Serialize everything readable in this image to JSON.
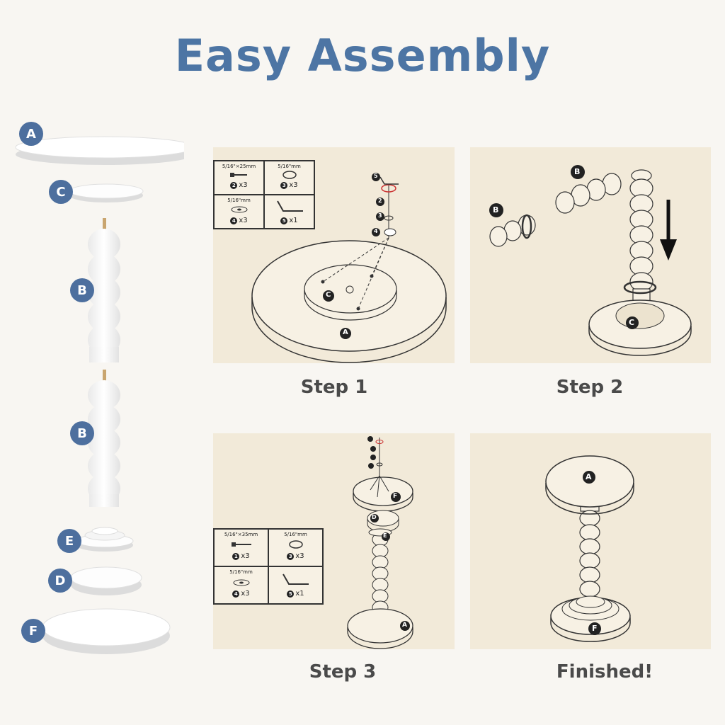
{
  "title": "Easy Assembly",
  "parts": {
    "a": "A",
    "b": "B",
    "c": "C",
    "d": "D",
    "e": "E",
    "f": "F"
  },
  "steps": [
    {
      "label": "Step 1"
    },
    {
      "label": "Step 2"
    },
    {
      "label": "Step 3"
    },
    {
      "label": "Finished!"
    }
  ],
  "hardware1": {
    "screw": "5/16\"×25mm",
    "screw_num": "2",
    "screw_qty": "x3",
    "spring": "5/16\"mm",
    "spring_num": "3",
    "spring_qty": "x3",
    "washer": "5/16\"mm",
    "washer_num": "4",
    "washer_qty": "x3",
    "key_num": "5",
    "key_qty": "x1"
  },
  "hardware3": {
    "screw": "5/16\"×35mm",
    "screw_num": "1",
    "screw_qty": "x3",
    "spring": "5/16\"mm",
    "spring_num": "3",
    "spring_qty": "x3",
    "washer": "5/16\"mm",
    "washer_num": "4",
    "washer_qty": "x3",
    "key_num": "5",
    "key_qty": "x1"
  },
  "callouts": {
    "n1": "1",
    "n2": "2",
    "n3": "3",
    "n4": "4",
    "n5": "5"
  },
  "colors": {
    "title": "#4d75a4",
    "badge": "#4d6f9e",
    "panel": "#f2ead9",
    "background": "#f8f6f2"
  }
}
